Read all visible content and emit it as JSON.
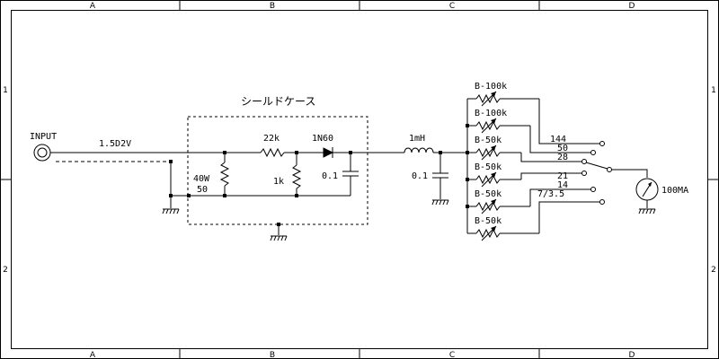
{
  "frame": {
    "columns": [
      "A",
      "B",
      "C",
      "D"
    ],
    "rows": [
      "1",
      "2"
    ]
  },
  "labels": {
    "input": "INPUT",
    "cable": "1.5D2V",
    "shield_title": "シールドケース",
    "dummy_load": "40W",
    "dummy_load_ohm": "50",
    "r_series": "22k",
    "r_shunt": "1k",
    "diode": "1N60",
    "cap_1": "0.1",
    "inductor": "1mH",
    "cap_2": "0.1",
    "meter": "100MA"
  },
  "pots": [
    "B-100k",
    "B-100k",
    "B-50k",
    "B-50k",
    "B-50k",
    "B-50k"
  ],
  "bands": [
    "144",
    "50",
    "28",
    "21",
    "14",
    "7/3.5"
  ]
}
